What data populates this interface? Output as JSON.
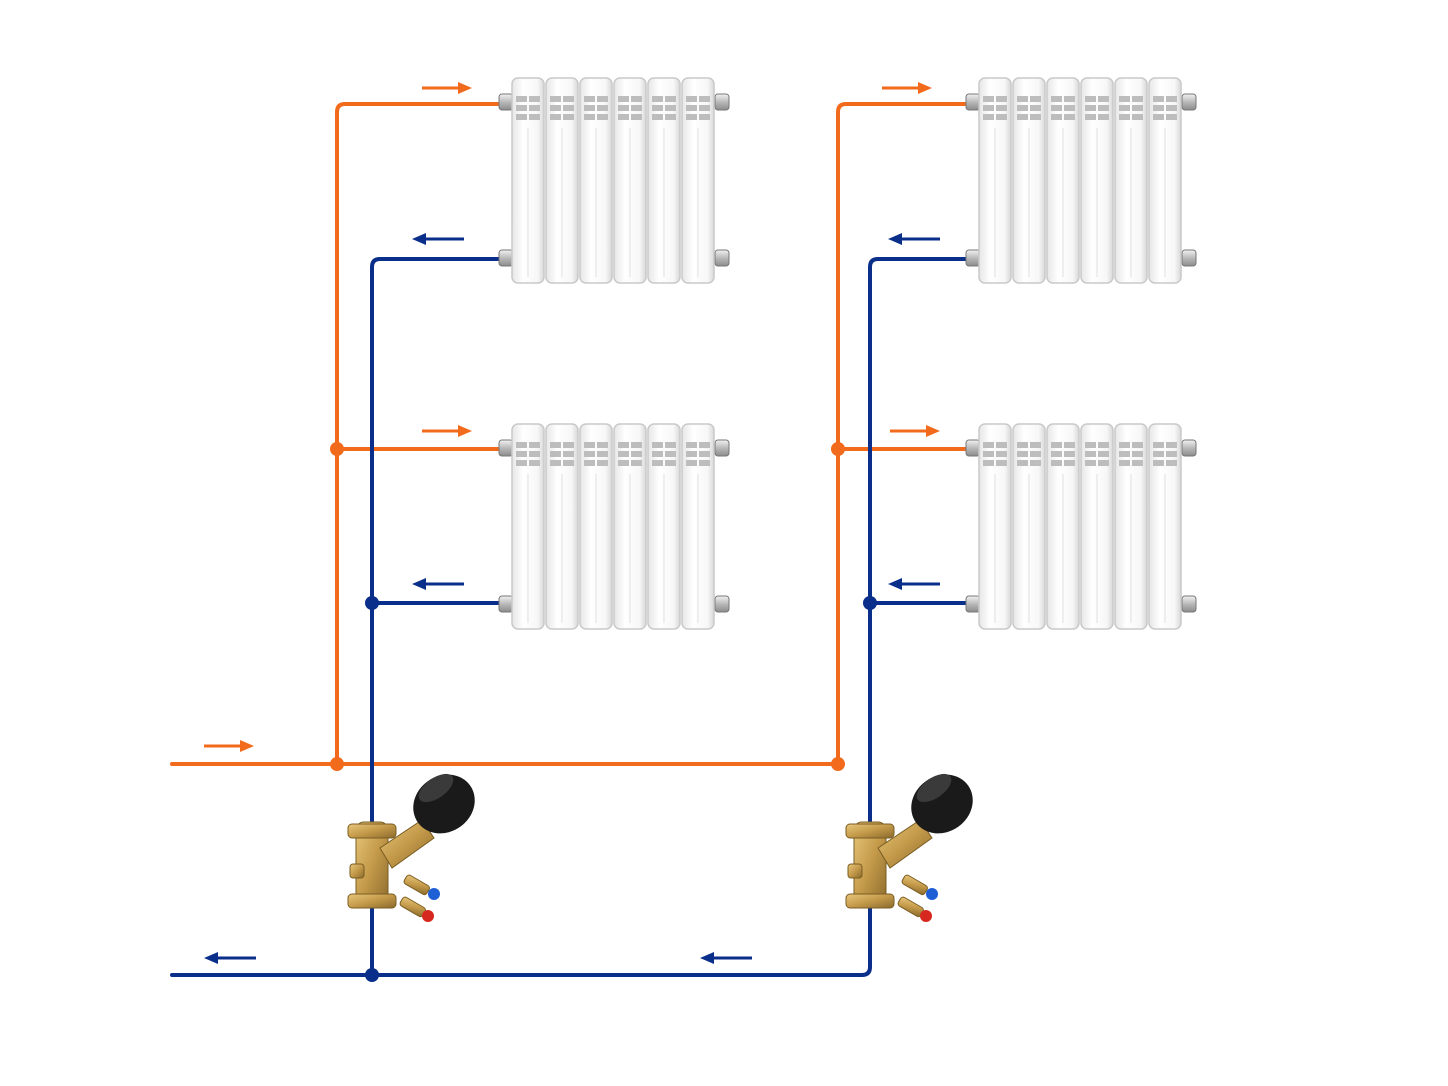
{
  "colors": {
    "supply": "#F26A1B",
    "return": "#0A2F8A",
    "background": "#FFFFFF",
    "radiator_body": "#F4F4F4",
    "radiator_edge": "#C9C9C9",
    "valve_brass": "#C9A255",
    "valve_handle": "#1A1A1A"
  },
  "diagram": {
    "type": "two-pipe heating scheme",
    "risers": [
      {
        "name": "left-riser",
        "radiators": [
          {
            "floor": "upper",
            "sections": 6
          },
          {
            "floor": "lower",
            "sections": 6
          }
        ],
        "balancing_valve": true
      },
      {
        "name": "right-riser",
        "radiators": [
          {
            "floor": "upper",
            "sections": 6
          },
          {
            "floor": "lower",
            "sections": 6
          }
        ],
        "balancing_valve": true
      }
    ],
    "flow_arrows": {
      "supply_direction": "right",
      "return_direction": "left"
    }
  }
}
